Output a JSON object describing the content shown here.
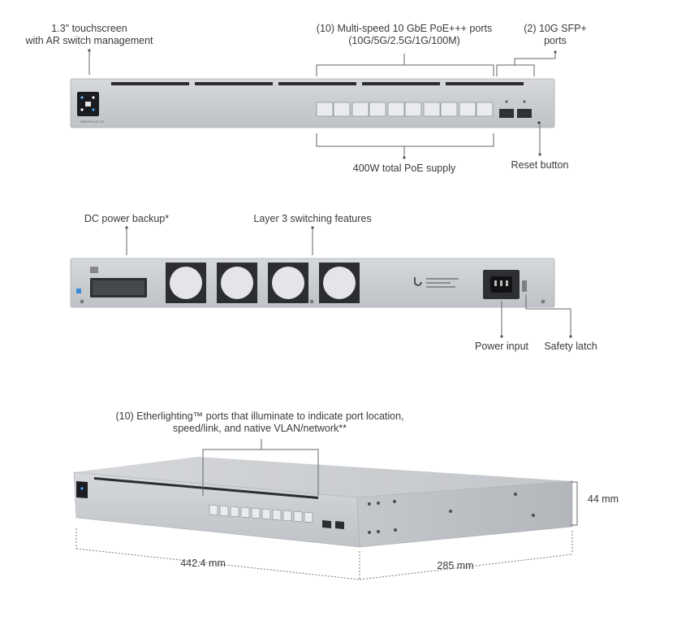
{
  "front": {
    "touchscreen_label": [
      "1.3\" touchscreen",
      "with AR switch management"
    ],
    "ports_label": [
      "(10) Multi-speed 10 GbE PoE+++ ports",
      "(10G/5G/2.5G/1G/100M)"
    ],
    "sfp_label": [
      "(2) 10G SFP+",
      "ports"
    ],
    "poe_label": "400W total PoE supply",
    "reset_label": "Reset button",
    "model_label": "USW Pro XG 10"
  },
  "rear": {
    "dc_label": "DC power backup*",
    "l3_label": "Layer 3 switching features",
    "power_label": "Power input",
    "latch_label": "Safety latch"
  },
  "iso": {
    "etherlighting_label": [
      "(10) Etherlighting™ ports that illuminate to indicate port location,",
      "speed/link, and native VLAN/network**"
    ],
    "height_label": "44 mm",
    "width_label": "442.4 mm",
    "depth_label": "285 mm"
  },
  "colors": {
    "chassis": "#c9ccd0",
    "chassis_dark": "#a8acb1",
    "slot": "#2b2d30",
    "port": "#e7e9ec",
    "leader": "#666666"
  }
}
